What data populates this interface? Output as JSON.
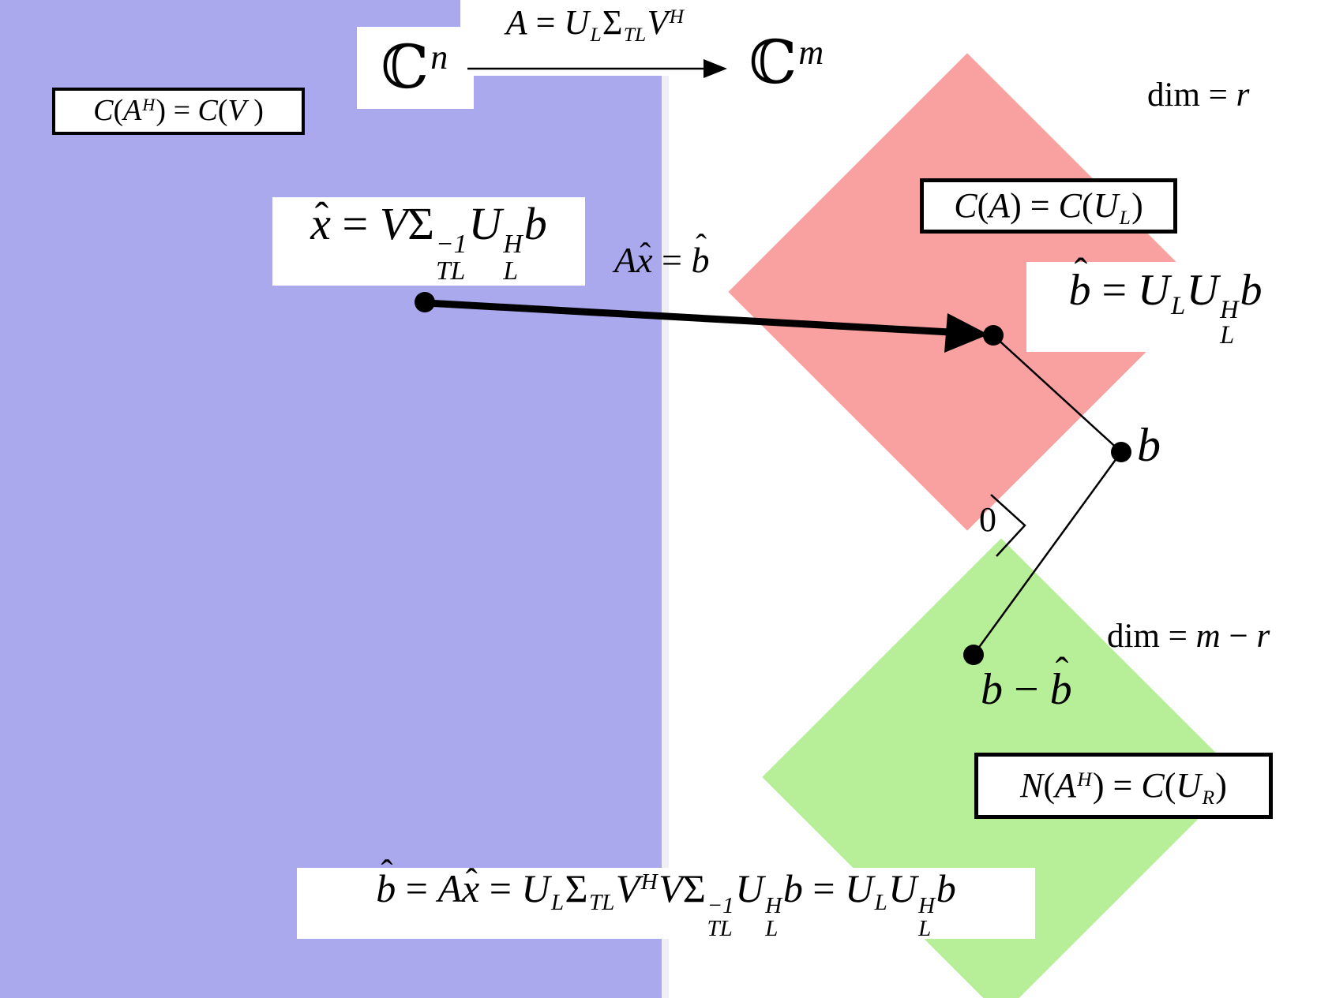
{
  "colors": {
    "domain_fill": "#ABA9ED",
    "column_space_fill": "#F9A0A0",
    "left_null_fill": "#B6EF97",
    "edge_strip": "#F0F0F4",
    "label_bg": "#FFFFFF",
    "line_color": "#000000"
  },
  "labels": {
    "domain_space": [
      {
        "k": "bb",
        "v": "ℂ"
      },
      {
        "k": "sup",
        "v": "n"
      }
    ],
    "codomain_space": [
      {
        "k": "bb",
        "v": "ℂ"
      },
      {
        "k": "sup",
        "v": "m"
      }
    ],
    "map_formula": [
      {
        "k": "i",
        "v": "A"
      },
      {
        "k": "t",
        "v": " = "
      },
      {
        "k": "i",
        "v": "U"
      },
      {
        "k": "sub",
        "v": "L"
      },
      {
        "k": "t",
        "v": "Σ"
      },
      {
        "k": "sub",
        "v": "TL"
      },
      {
        "k": "i",
        "v": "V"
      },
      {
        "k": "sup",
        "v": "H"
      }
    ],
    "row_space_box": [
      {
        "k": "i",
        "v": "C"
      },
      {
        "k": "t",
        "v": "("
      },
      {
        "k": "i",
        "v": "A"
      },
      {
        "k": "sup",
        "v": "H"
      },
      {
        "k": "t",
        "v": ") = "
      },
      {
        "k": "i",
        "v": "C"
      },
      {
        "k": "t",
        "v": "("
      },
      {
        "k": "i",
        "v": "V"
      },
      {
        "k": "t",
        "v": " )"
      }
    ],
    "xhat_formula": [
      {
        "k": "hat",
        "v": "x"
      },
      {
        "k": "t",
        "v": " = "
      },
      {
        "k": "i",
        "v": "V"
      },
      {
        "k": "t",
        "v": "Σ"
      },
      {
        "k": "ss",
        "sup": "−1",
        "sub": "TL"
      },
      {
        "k": "i",
        "v": "U"
      },
      {
        "k": "ss",
        "sup": "H",
        "sub": "L"
      },
      {
        "k": "i",
        "v": "b"
      }
    ],
    "map_action": [
      {
        "k": "i",
        "v": "A"
      },
      {
        "k": "hat",
        "v": "x"
      },
      {
        "k": "t",
        "v": " = "
      },
      {
        "k": "hat",
        "v": "b"
      }
    ],
    "col_space_box": [
      {
        "k": "i",
        "v": "C"
      },
      {
        "k": "t",
        "v": "("
      },
      {
        "k": "i",
        "v": "A"
      },
      {
        "k": "t",
        "v": ") = "
      },
      {
        "k": "i",
        "v": "C"
      },
      {
        "k": "t",
        "v": "("
      },
      {
        "k": "i",
        "v": "U"
      },
      {
        "k": "sub",
        "v": "L"
      },
      {
        "k": "t",
        "v": ")"
      }
    ],
    "bhat_formula": [
      {
        "k": "hat",
        "v": "b"
      },
      {
        "k": "t",
        "v": " = "
      },
      {
        "k": "i",
        "v": "U"
      },
      {
        "k": "sub",
        "v": "L"
      },
      {
        "k": "i",
        "v": "U"
      },
      {
        "k": "ss",
        "sup": "H",
        "sub": "L"
      },
      {
        "k": "i",
        "v": "b"
      }
    ],
    "dim_r": [
      {
        "k": "t",
        "v": "dim = "
      },
      {
        "k": "i",
        "v": "r"
      }
    ],
    "b_point": [
      {
        "k": "i",
        "v": "b"
      }
    ],
    "zero": [
      {
        "k": "t",
        "v": "0"
      }
    ],
    "b_minus_bhat": [
      {
        "k": "i",
        "v": "b"
      },
      {
        "k": "t",
        "v": " − "
      },
      {
        "k": "hat",
        "v": "b"
      }
    ],
    "dim_m_r": [
      {
        "k": "t",
        "v": "dim = "
      },
      {
        "k": "i",
        "v": "m"
      },
      {
        "k": "t",
        "v": " − "
      },
      {
        "k": "i",
        "v": "r"
      }
    ],
    "left_null_box": [
      {
        "k": "i",
        "v": "N"
      },
      {
        "k": "t",
        "v": "("
      },
      {
        "k": "i",
        "v": "A"
      },
      {
        "k": "sup",
        "v": "H"
      },
      {
        "k": "t",
        "v": ") = "
      },
      {
        "k": "i",
        "v": "C"
      },
      {
        "k": "t",
        "v": "("
      },
      {
        "k": "i",
        "v": "U"
      },
      {
        "k": "sub",
        "v": "R"
      },
      {
        "k": "t",
        "v": ")"
      }
    ],
    "bottom_formula": [
      {
        "k": "hat",
        "v": "b"
      },
      {
        "k": "t",
        "v": " = "
      },
      {
        "k": "i",
        "v": "A"
      },
      {
        "k": "hat",
        "v": "x"
      },
      {
        "k": "t",
        "v": " = "
      },
      {
        "k": "i",
        "v": "U"
      },
      {
        "k": "sub",
        "v": "L"
      },
      {
        "k": "t",
        "v": "Σ"
      },
      {
        "k": "sub",
        "v": "TL"
      },
      {
        "k": "i",
        "v": "V"
      },
      {
        "k": "sup",
        "v": "H"
      },
      {
        "k": "i",
        "v": "V"
      },
      {
        "k": "t",
        "v": "Σ"
      },
      {
        "k": "ss",
        "sup": "−1",
        "sub": "TL"
      },
      {
        "k": "i",
        "v": "U"
      },
      {
        "k": "ss",
        "sup": "H",
        "sub": "L"
      },
      {
        "k": "i",
        "v": "b"
      },
      {
        "k": "t",
        "v": " = "
      },
      {
        "k": "i",
        "v": "U"
      },
      {
        "k": "sub",
        "v": "L"
      },
      {
        "k": "i",
        "v": "U"
      },
      {
        "k": "ss",
        "sup": "H",
        "sub": "L"
      },
      {
        "k": "i",
        "v": "b"
      }
    ]
  }
}
